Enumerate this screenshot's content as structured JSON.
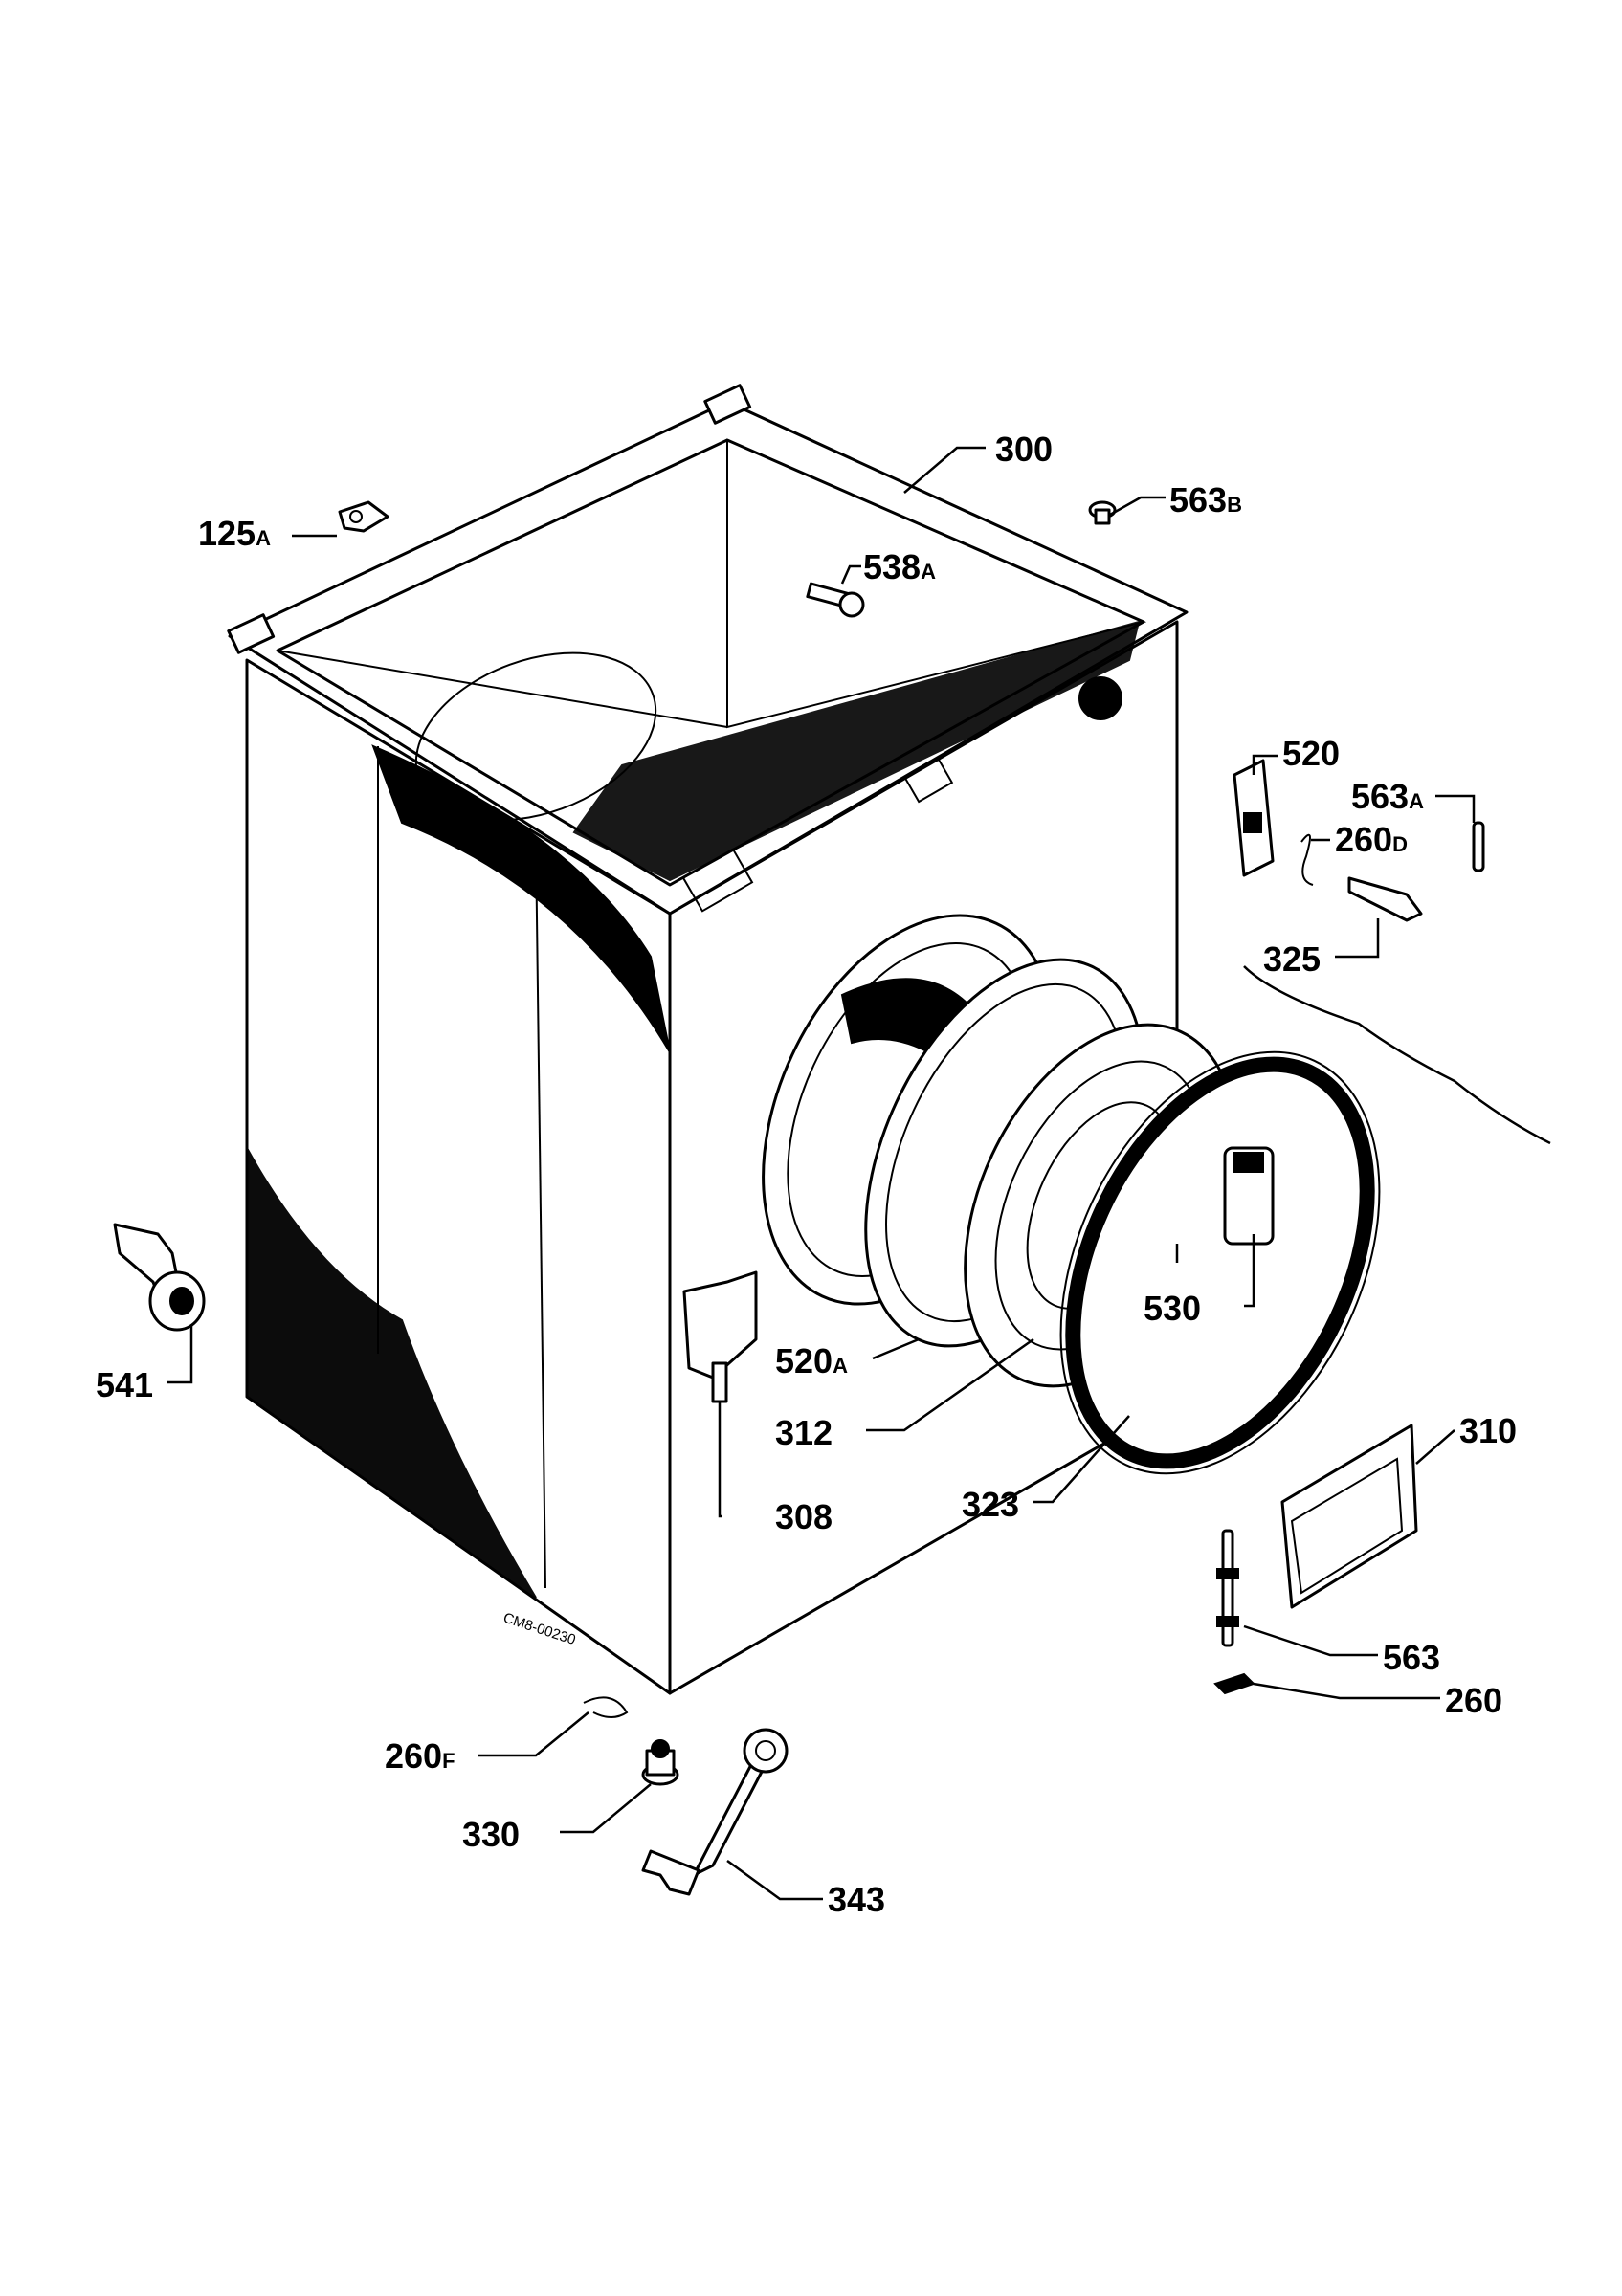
{
  "diagram_code": "CM8-00230",
  "colors": {
    "ink": "#000000",
    "paper": "#ffffff"
  },
  "callouts": [
    {
      "id": "300",
      "num": "300",
      "suffix": ""
    },
    {
      "id": "563B",
      "num": "563",
      "suffix": "B"
    },
    {
      "id": "125A",
      "num": "125",
      "suffix": "A"
    },
    {
      "id": "538A",
      "num": "538",
      "suffix": "A"
    },
    {
      "id": "520",
      "num": "520",
      "suffix": ""
    },
    {
      "id": "563A",
      "num": "563",
      "suffix": "A"
    },
    {
      "id": "260D",
      "num": "260",
      "suffix": "D"
    },
    {
      "id": "325",
      "num": "325",
      "suffix": ""
    },
    {
      "id": "530",
      "num": "530",
      "suffix": ""
    },
    {
      "id": "310",
      "num": "310",
      "suffix": ""
    },
    {
      "id": "541",
      "num": "541",
      "suffix": ""
    },
    {
      "id": "520A",
      "num": "520",
      "suffix": "A"
    },
    {
      "id": "312",
      "num": "312",
      "suffix": ""
    },
    {
      "id": "308",
      "num": "308",
      "suffix": ""
    },
    {
      "id": "323",
      "num": "323",
      "suffix": ""
    },
    {
      "id": "563",
      "num": "563",
      "suffix": ""
    },
    {
      "id": "260",
      "num": "260",
      "suffix": ""
    },
    {
      "id": "260F",
      "num": "260",
      "suffix": "F"
    },
    {
      "id": "330",
      "num": "330",
      "suffix": ""
    },
    {
      "id": "343",
      "num": "343",
      "suffix": ""
    }
  ]
}
